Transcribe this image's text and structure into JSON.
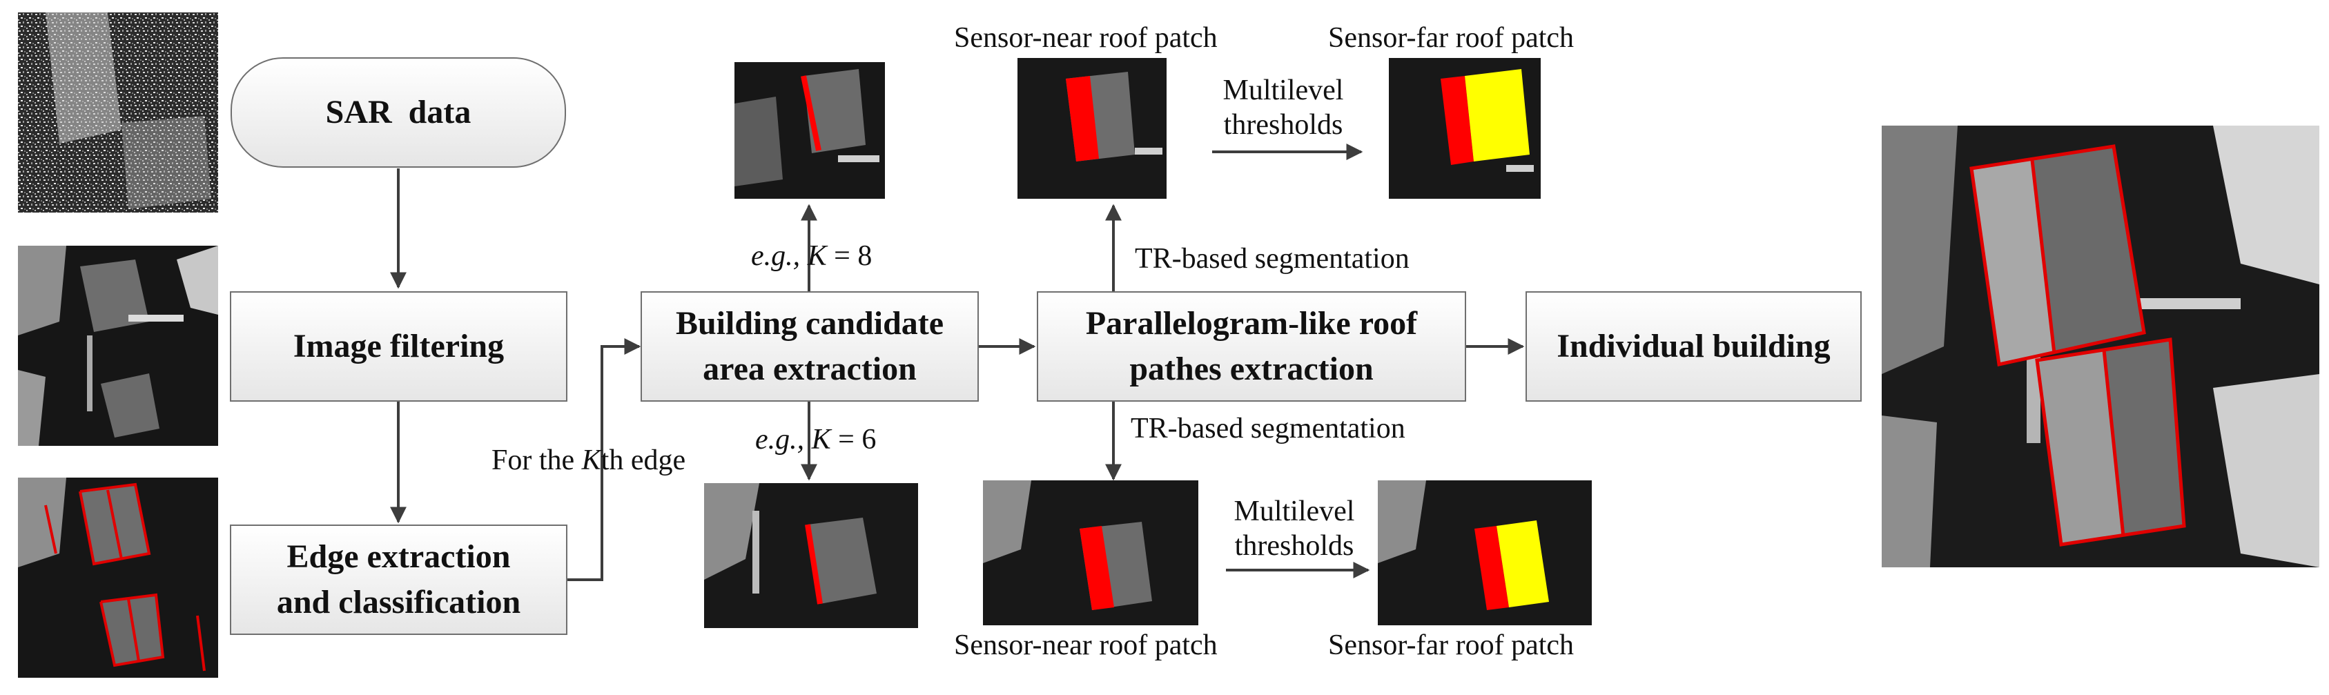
{
  "boxes": {
    "sar_data": "SAR  data",
    "image_filtering": "Image filtering",
    "edge_line1": "Edge extraction",
    "edge_line2": "and classification",
    "bca_line1": "Building candidate",
    "bca_line2": "area extraction",
    "para_line1": "Parallelogram-like roof",
    "para_line2": "pathes extraction",
    "individual": "Individual building"
  },
  "labels": {
    "for_kth_prefix": "For the ",
    "for_kth_var": "K",
    "for_kth_suffix": "th edge",
    "eg": "e.g.,",
    "k_var": "K",
    "k8": " = 8",
    "k6": " = 6",
    "tr_top": "TR-based segmentation",
    "tr_bottom": "TR-based segmentation",
    "near_top": "Sensor-near roof patch",
    "far_top": "Sensor-far roof patch",
    "near_bottom": "Sensor-near roof patch",
    "far_bottom": "Sensor-far roof patch",
    "mt_top_1": "Multilevel",
    "mt_top_2": "thresholds",
    "mt_bot_1": "Multilevel",
    "mt_bot_2": "thresholds"
  },
  "images": {
    "left_1": "sar-raw-image",
    "left_2": "sar-filtered-image",
    "left_3": "sar-edge-image",
    "edge_k8": "edge-k8-image",
    "edge_k6": "edge-k6-image",
    "near_top": "sensor-near-top-image",
    "far_top": "sensor-far-top-image",
    "near_bottom": "sensor-near-bottom-image",
    "far_bottom": "sensor-far-bottom-image",
    "result": "result-image"
  },
  "colors": {
    "arrow": "#3d3d3d",
    "box_border": "#6f6f6f",
    "near_patch": "#ff0000",
    "far_patch": "#ffff00",
    "outline": "#e00000"
  }
}
